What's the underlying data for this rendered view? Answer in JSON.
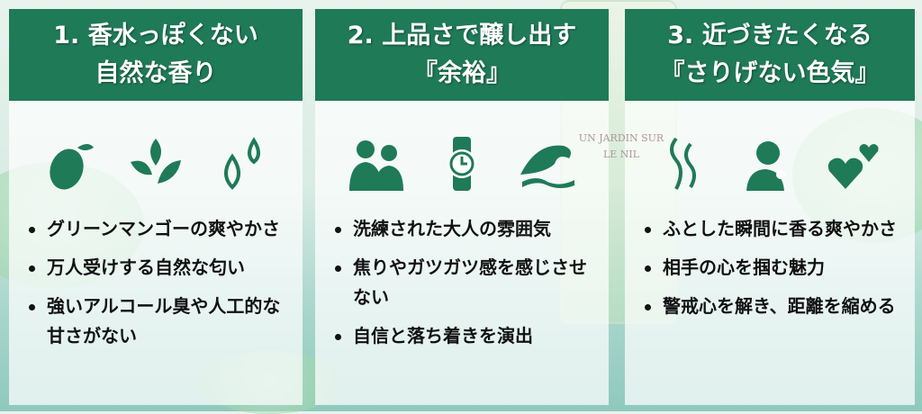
{
  "background": {
    "bottle_label": "UN JARDIN SUR LE NIL"
  },
  "colors": {
    "header": "#1f7a58",
    "icon": "#1f7a58"
  },
  "panels": [
    {
      "title_line1": "1. 香水っぽくない",
      "title_line2": "自然な香り",
      "icons": [
        "mango-icon",
        "leaves-icon",
        "water-drops-icon"
      ],
      "bullets": [
        "グリーンマンゴーの爽やかさ",
        "万人受けする自然な匂い",
        "強いアルコール臭や人工的な甘さがない"
      ]
    },
    {
      "title_line1": "2. 上品さで醸し出す",
      "title_line2": "『余裕』",
      "icons": [
        "business-people-icon",
        "wristwatch-icon",
        "wave-icon"
      ],
      "bullets": [
        "洗練された大人の雰囲気",
        "焦りやガツガツ感を感じさせない",
        "自信と落ち着きを演出"
      ]
    },
    {
      "title_line1": "3. 近づきたくなる",
      "title_line2": "『さりげない色気』",
      "icons": [
        "scent-waves-icon",
        "thinking-man-icon",
        "hearts-icon"
      ],
      "bullets": [
        "ふとした瞬間に香る爽やかさ",
        "相手の心を掴む魅力",
        "警戒心を解き、距離を縮める"
      ]
    }
  ]
}
